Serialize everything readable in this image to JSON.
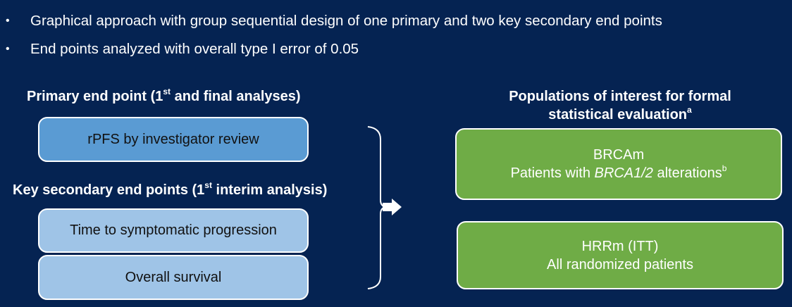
{
  "bullets": [
    "Graphical approach with group sequential design of one primary and two key secondary end points",
    "End points analyzed with overall type I error of 0.05"
  ],
  "primary": {
    "heading_pre": "Primary end point (1",
    "heading_sup": "st",
    "heading_post": " and final analyses)",
    "box": "rPFS by investigator review"
  },
  "secondary": {
    "heading_pre": "Key secondary end points (1",
    "heading_sup": "st",
    "heading_post": " interim analysis)",
    "boxes": [
      "Time to symptomatic progression",
      "Overall survival"
    ]
  },
  "populations": {
    "heading_line1": "Populations of interest for formal",
    "heading_line2": "statistical evaluation",
    "heading_sup": "a",
    "brcam": {
      "title": "BRCAm",
      "line_pre": "Patients with ",
      "line_italic": "BRCA1/2",
      "line_post": " alterations",
      "line_sup": "b"
    },
    "hrrm": {
      "title": "HRRm (ITT)",
      "line": "All randomized patients"
    }
  },
  "colors": {
    "background": "#052352",
    "primary_box": "#5a9bd3",
    "secondary_box": "#9fc4e7",
    "population_box": "#6fac46"
  }
}
